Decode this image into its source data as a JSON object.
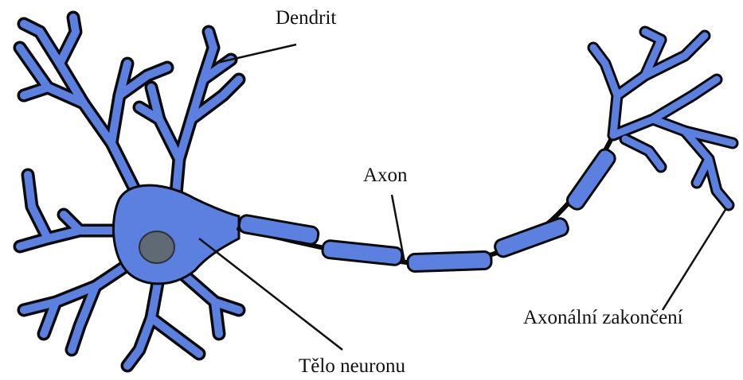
{
  "labels": {
    "dendrite": "Dendrit",
    "axon": "Axon",
    "axon_terminal": "Axonální zakončení",
    "cell_body": "Tělo neuronu"
  },
  "colors": {
    "cell_fill": "#5b80e0",
    "outline": "#0a0a0a",
    "nucleus": "#5f6a75",
    "myelin": "#5b80e0",
    "leader_line": "#111111"
  }
}
